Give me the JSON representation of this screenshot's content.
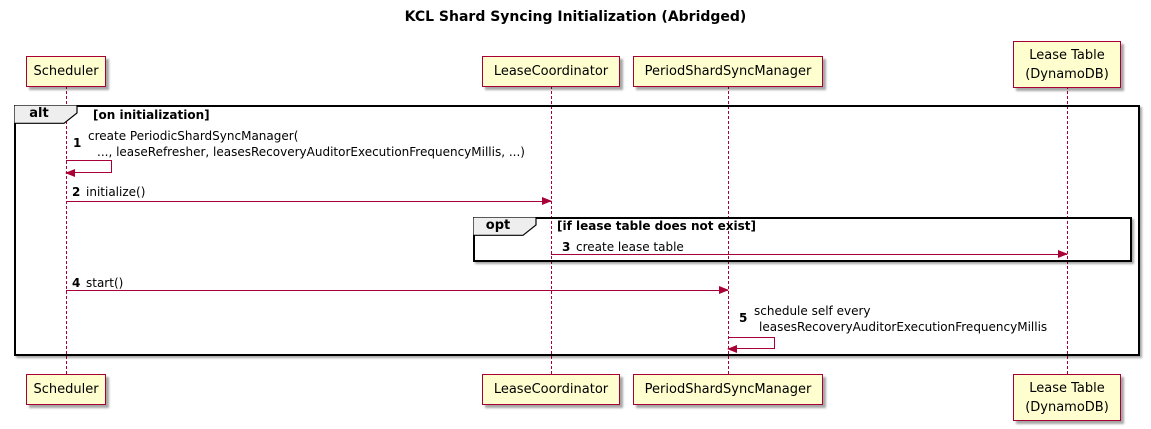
{
  "title": "KCL Shard Syncing Initialization (Abridged)",
  "participants": [
    {
      "id": "scheduler",
      "lines": [
        "Scheduler"
      ]
    },
    {
      "id": "lease-coordinator",
      "lines": [
        "LeaseCoordinator"
      ]
    },
    {
      "id": "period-shard-sync-manager",
      "lines": [
        "PeriodShardSyncManager"
      ]
    },
    {
      "id": "lease-table",
      "lines": [
        "Lease Table",
        "(DynamoDB)"
      ]
    }
  ],
  "frames": [
    {
      "type": "alt",
      "label": "alt",
      "condition": "[on initialization]"
    },
    {
      "type": "opt",
      "label": "opt",
      "condition": "[if lease table does not exist]"
    }
  ],
  "messages": [
    {
      "num": "1",
      "from": "Scheduler",
      "to": "Scheduler",
      "kind": "self",
      "lines": [
        "create PeriodicShardSyncManager(",
        "..., leaseRefresher, leasesRecoveryAuditorExecutionFrequencyMillis, ...)"
      ]
    },
    {
      "num": "2",
      "from": "Scheduler",
      "to": "LeaseCoordinator",
      "kind": "solid",
      "lines": [
        "initialize()"
      ]
    },
    {
      "num": "3",
      "from": "LeaseCoordinator",
      "to": "Lease Table (DynamoDB)",
      "kind": "solid",
      "lines": [
        "create lease table"
      ]
    },
    {
      "num": "4",
      "from": "Scheduler",
      "to": "PeriodShardSyncManager",
      "kind": "solid",
      "lines": [
        "start()"
      ]
    },
    {
      "num": "5",
      "from": "PeriodShardSyncManager",
      "to": "PeriodShardSyncManager",
      "kind": "self",
      "lines": [
        "schedule self every",
        "leasesRecoveryAuditorExecutionFrequencyMillis"
      ]
    }
  ],
  "colors": {
    "participant_fill": "#FEFECE",
    "participant_border": "#A80036",
    "lifeline": "#A80036",
    "arrow": "#A80036",
    "frame_border": "#000000",
    "frame_label_fill": "#EEEEEE",
    "text": "#000000",
    "background": "#FFFFFF"
  }
}
